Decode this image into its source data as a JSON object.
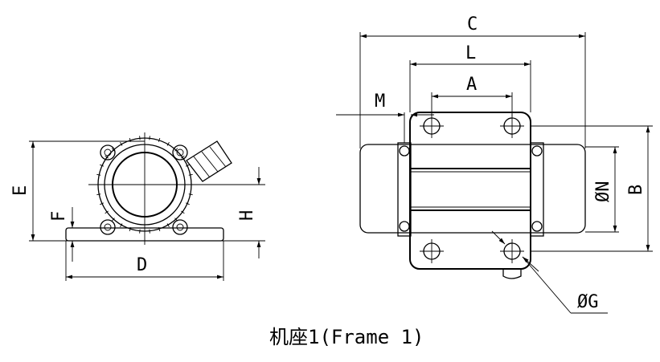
{
  "caption": "机座1(Frame 1)",
  "side_view": {
    "dimensions": {
      "E": "E",
      "F": "F",
      "H": "H",
      "D": "D"
    }
  },
  "top_view": {
    "dimensions": {
      "C": "C",
      "L": "L",
      "A": "A",
      "M": "M",
      "N": "ØN",
      "B": "B",
      "G": "ØG"
    }
  },
  "line_color": "#000000"
}
